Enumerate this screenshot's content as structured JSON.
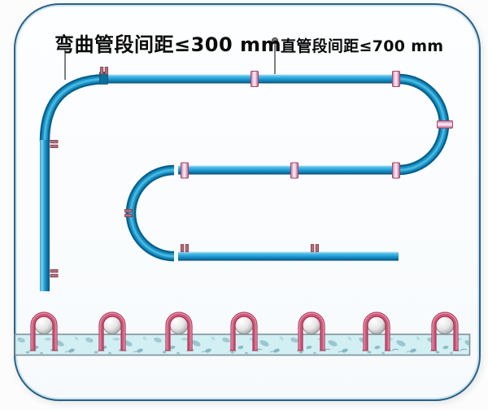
{
  "diagram": {
    "annotations": [
      {
        "id": "bend-spacing",
        "text": "弯曲管段间距≤300 mm"
      },
      {
        "id": "straight-spacing",
        "text": "直管段间距≤700 mm"
      }
    ],
    "elements": {
      "pipe_straight_runs": 3,
      "pipe_u_turns": 2,
      "floor_clamp_count": 7
    },
    "colors": {
      "pipe_main": "#1e9cd6",
      "pipe_shadow": "#074f76",
      "pipe_highlight": "#7fd2ee",
      "clip_pink": "#eab8d4",
      "clamp_red": "#c64a68",
      "pipe_cross_section": "#e8e8e8",
      "slab_fill": "#d2eff3",
      "frame_border": "#2b6184",
      "label_color": "#0b0b0b"
    }
  }
}
